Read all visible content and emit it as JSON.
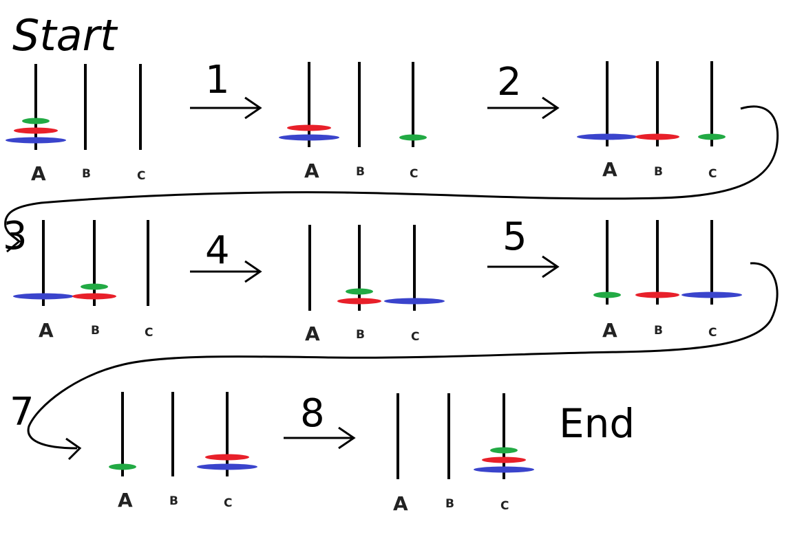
{
  "title": "Start",
  "end_label": "End",
  "colors": {
    "ink": "#000000",
    "small_disk": "#22aa44",
    "medium_disk": "#e8202a",
    "large_disk": "#3a44cc"
  },
  "states": [
    {
      "step": "",
      "pegs": [
        [
          "large",
          "medium",
          "small"
        ],
        [],
        []
      ]
    },
    {
      "step": "1",
      "pegs": [
        [
          "large",
          "medium"
        ],
        [],
        [
          "small"
        ]
      ]
    },
    {
      "step": "2",
      "pegs": [
        [
          "large"
        ],
        [
          "medium"
        ],
        [
          "small"
        ]
      ]
    },
    {
      "step": "3",
      "pegs": [
        [
          "large"
        ],
        [
          "medium",
          "small"
        ],
        []
      ]
    },
    {
      "step": "4",
      "pegs": [
        [],
        [
          "medium",
          "small"
        ],
        [
          "large"
        ]
      ]
    },
    {
      "step": "5",
      "pegs": [
        [
          "small"
        ],
        [
          "medium"
        ],
        [
          "large"
        ]
      ]
    },
    {
      "step": "7",
      "pegs": [
        [
          "small"
        ],
        [],
        [
          "large",
          "medium"
        ]
      ]
    },
    {
      "step": "8",
      "pegs": [
        [],
        [],
        [
          "large",
          "medium",
          "small"
        ]
      ]
    }
  ],
  "peg_labels": [
    "A",
    "B",
    "C"
  ]
}
